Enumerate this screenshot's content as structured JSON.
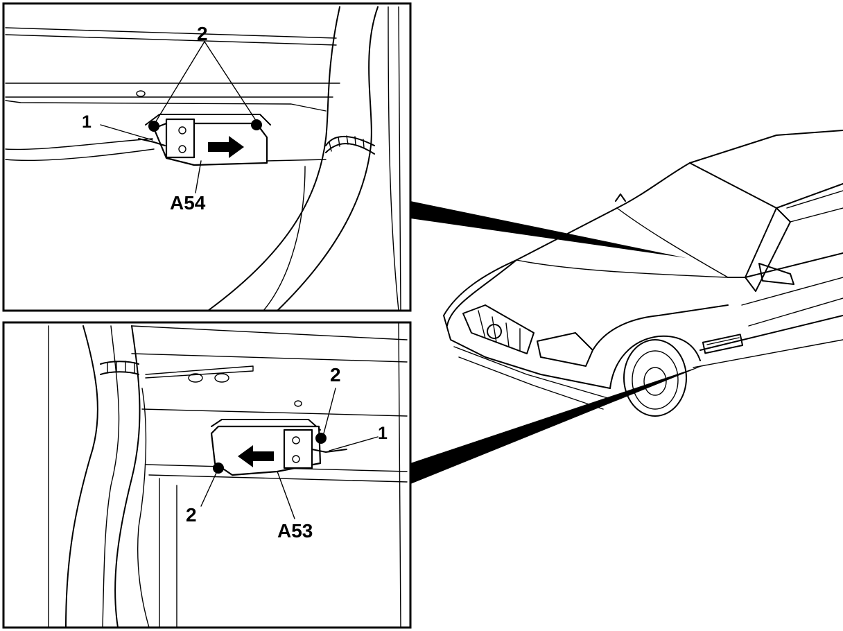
{
  "top_detail": {
    "callouts": {
      "fastener": "2",
      "connector": "1",
      "unit": "A54"
    }
  },
  "bottom_detail": {
    "callouts": {
      "fastener_right": "2",
      "fastener_left": "2",
      "connector": "1",
      "unit": "A53"
    }
  },
  "vehicle": {
    "icon": "car-front-three-quarter-icon"
  }
}
